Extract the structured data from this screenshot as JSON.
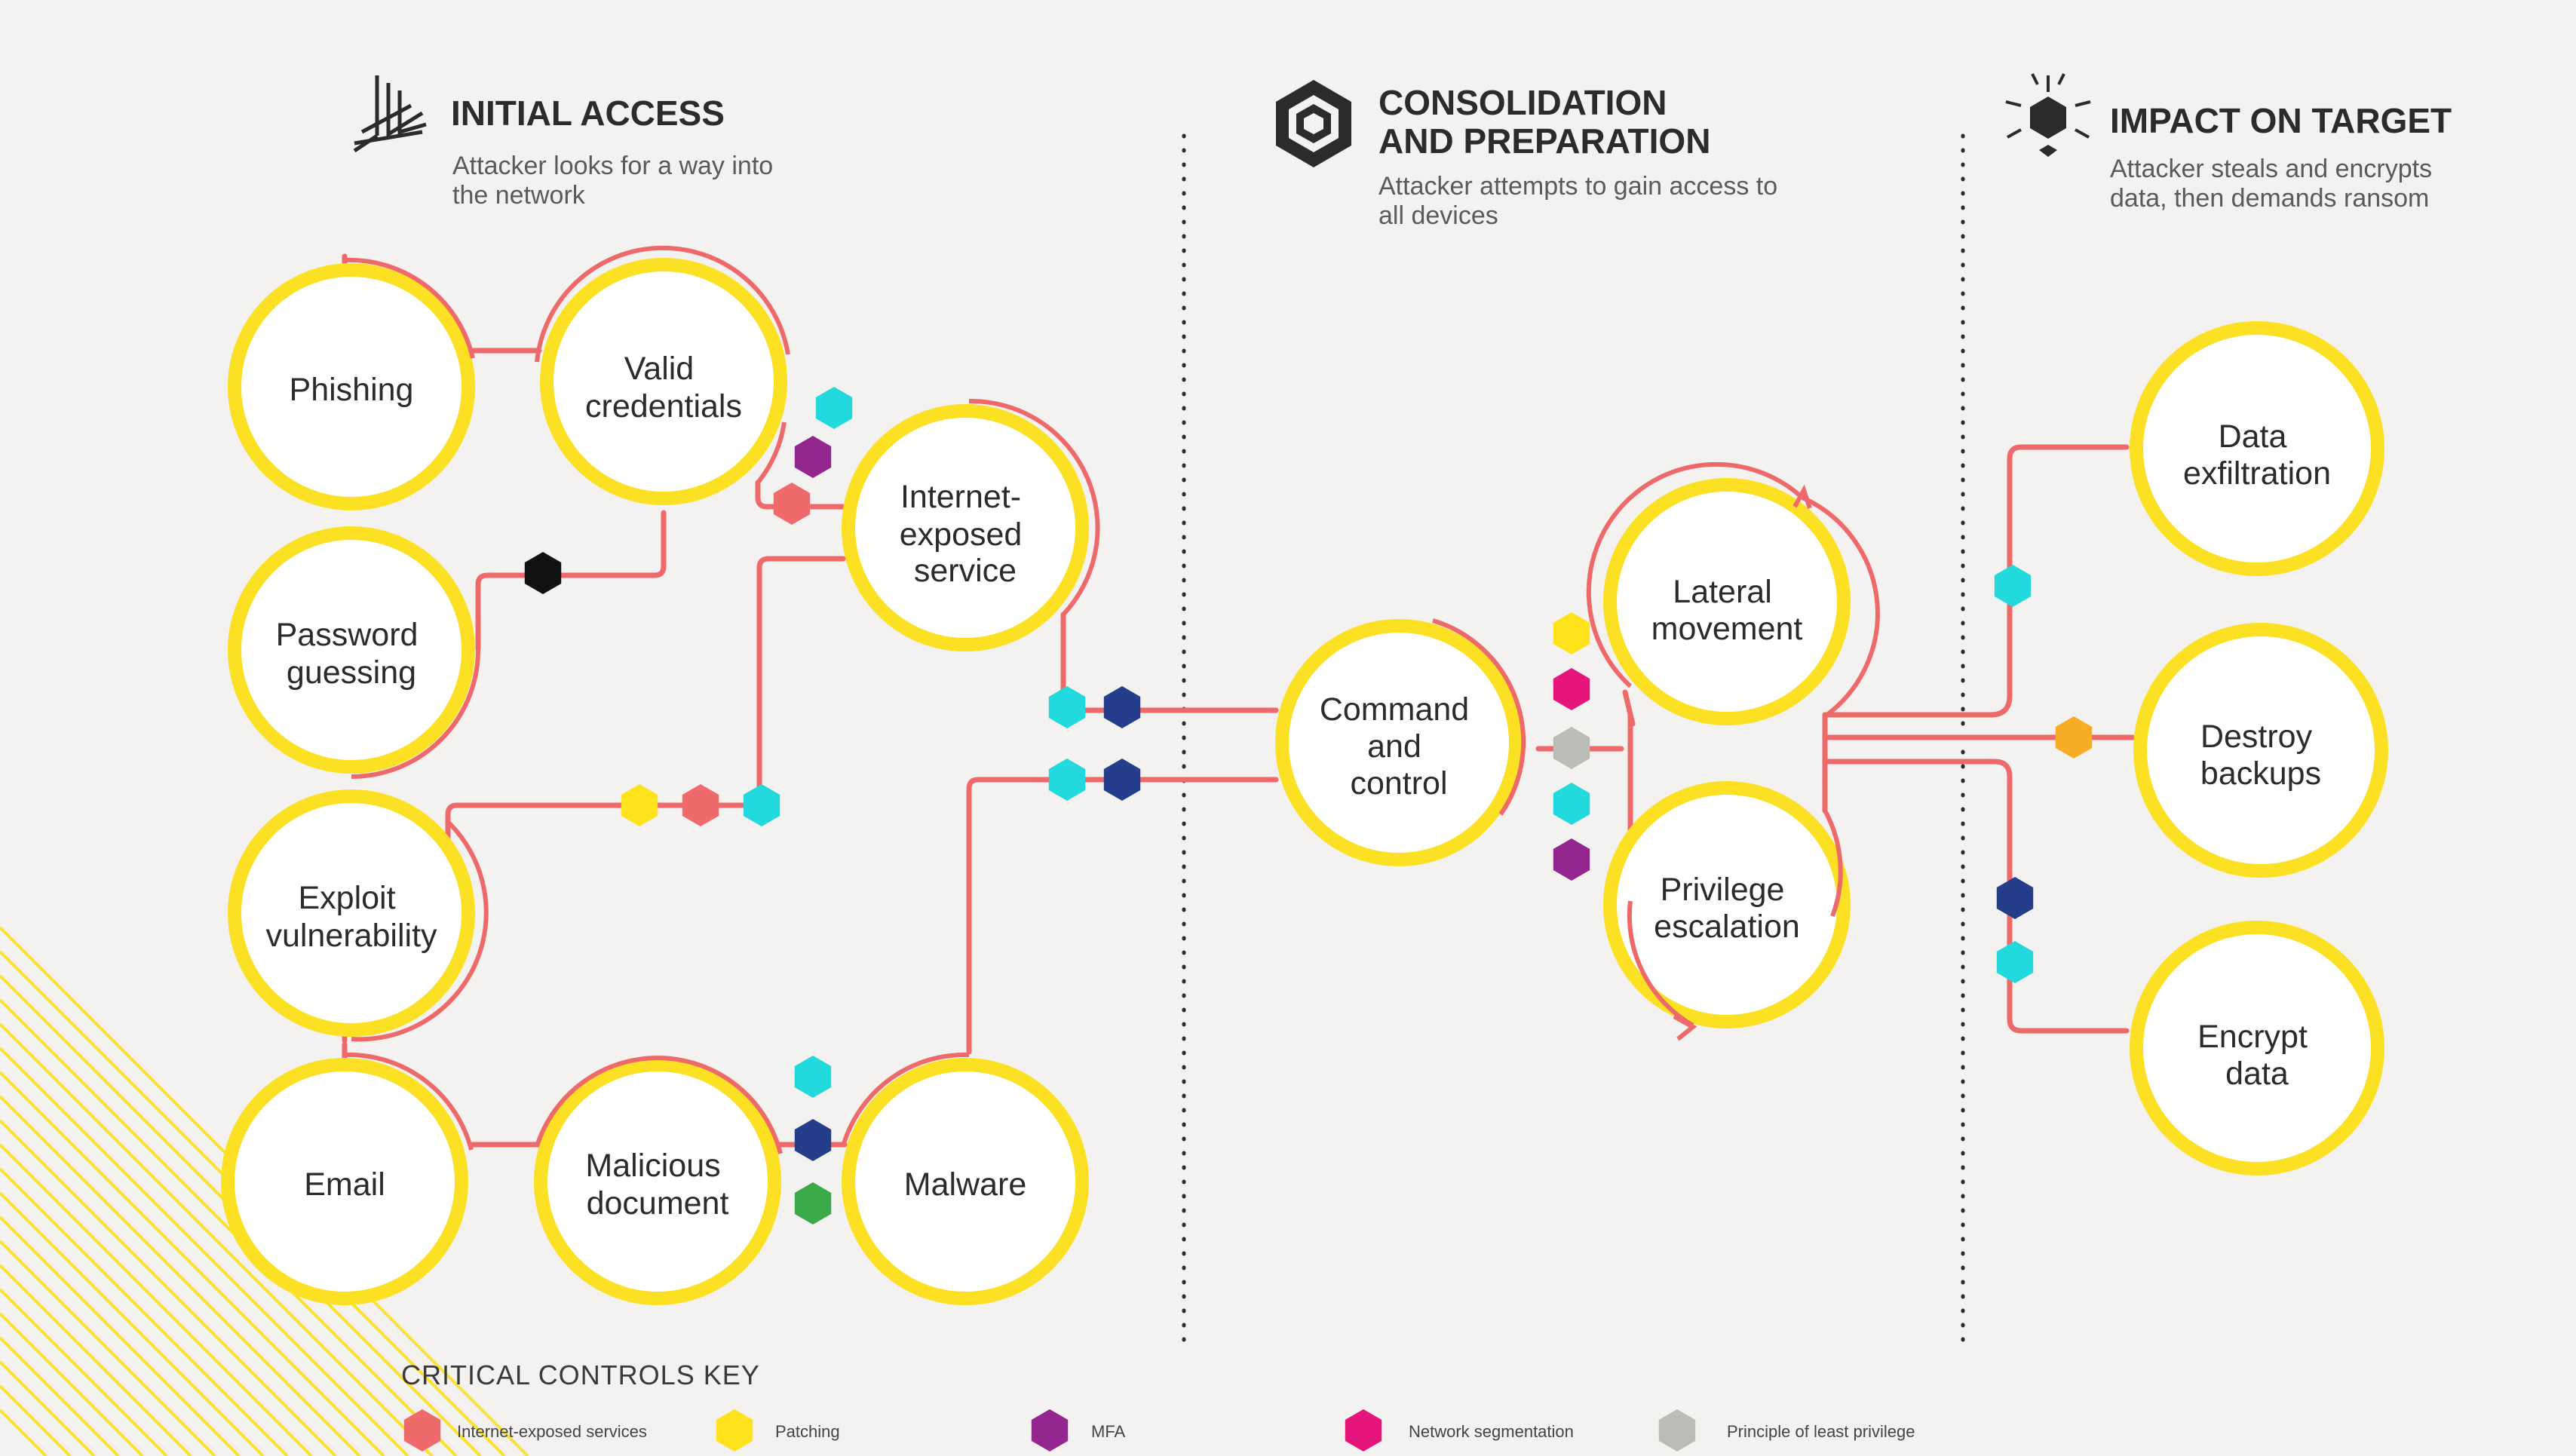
{
  "colors": {
    "background": "#f4f2f0",
    "ring": "#fbe023",
    "node_fill": "#ffffff",
    "connector": "#ee6a6a",
    "divider": "#2b2b2b",
    "hex_cyan": "#22d9dd",
    "hex_purple": "#93278f",
    "hex_salmon": "#ef6b6b",
    "hex_black": "#111111",
    "hex_navy": "#253e8c",
    "hex_green": "#3aaa4a",
    "hex_yellow": "#fde21c",
    "hex_magenta": "#e6157b",
    "hex_gray": "#bdbbb6",
    "hex_orange": "#f7ad25"
  },
  "sections": [
    {
      "title": "INITIAL ACCESS",
      "subtitle_lines": [
        "Attacker looks for a way into",
        "the network"
      ],
      "icon": "arrows-converge-icon"
    },
    {
      "title_lines": [
        "CONSOLIDATION",
        "AND PREPARATION"
      ],
      "subtitle_lines": [
        "Attacker attempts to gain access to",
        "all devices"
      ],
      "icon": "hexagon-ring-icon"
    },
    {
      "title": "IMPACT ON TARGET",
      "subtitle_lines": [
        "Attacker steals and encrypts",
        "data, then demands ransom"
      ],
      "icon": "cube-burst-icon"
    }
  ],
  "nodes": {
    "phishing": [
      "Phishing"
    ],
    "valid_credentials": [
      "Valid",
      "credentials"
    ],
    "password_guessing": [
      "Password",
      "guessing"
    ],
    "internet_exposed_service": [
      "Internet-",
      "exposed",
      "service"
    ],
    "exploit_vulnerability": [
      "Exploit",
      "vulnerability"
    ],
    "email": [
      "Email"
    ],
    "malicious_document": [
      "Malicious",
      "document"
    ],
    "malware": [
      "Malware"
    ],
    "command_and_control": [
      "Command",
      "and",
      "control"
    ],
    "lateral_movement": [
      "Lateral",
      "movement"
    ],
    "privilege_escalation": [
      "Privilege",
      "escalation"
    ],
    "data_exfiltration": [
      "Data",
      "exfiltration"
    ],
    "destroy_backups": [
      "Destroy",
      "backups"
    ],
    "encrypt_data": [
      "Encrypt",
      "data"
    ]
  },
  "key": {
    "title": "CRITICAL CONTROLS KEY",
    "items": [
      {
        "label": "Internet-exposed services",
        "color": "#ef6b6b"
      },
      {
        "label": "Patching",
        "color": "#fde21c"
      },
      {
        "label": "MFA",
        "color": "#93278f"
      },
      {
        "label": "Network segmentation",
        "color": "#e6157b"
      },
      {
        "label": "Principle of least privilege",
        "color": "#bdbbb6"
      }
    ]
  }
}
